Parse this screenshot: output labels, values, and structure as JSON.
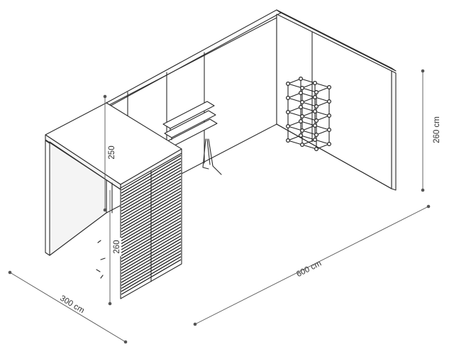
{
  "dimensions": {
    "height_right": "260 cm",
    "length": "600 cm",
    "depth": "300 cm",
    "height_inner": "250",
    "height_front": "260"
  },
  "colors": {
    "line": "#2a2a2a",
    "dimension": "#555555",
    "background": "#ffffff"
  }
}
